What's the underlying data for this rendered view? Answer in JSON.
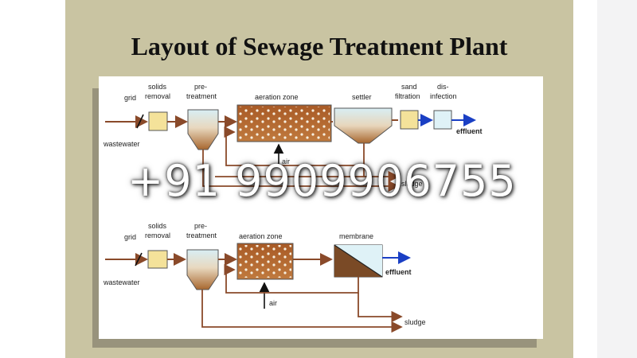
{
  "slide": {
    "title": "Layout of Sewage Treatment Plant",
    "watermark": "+91 9909906755"
  },
  "diagram_top": {
    "labels": {
      "grid": "grid",
      "solids1": "solids",
      "solids2": "removal",
      "pre1": "pre-",
      "pre2": "treatment",
      "aeration": "aeration zone",
      "settler": "settler",
      "sand1": "sand",
      "sand2": "filtration",
      "dis1": "dis-",
      "dis2": "infection",
      "wastewater": "wastewater",
      "air": "air",
      "effluent": "effluent",
      "sludge": "sludge"
    }
  },
  "diagram_bottom": {
    "labels": {
      "grid": "grid",
      "solids1": "solids",
      "solids2": "removal",
      "pre1": "pre-",
      "pre2": "treatment",
      "aeration": "aeration zone",
      "membrane": "membrane",
      "wastewater": "wastewater",
      "air": "air",
      "effluent": "effluent",
      "sludge": "sludge"
    }
  },
  "colors": {
    "flow": "#8a4a2a",
    "effluent_arrow": "#1a3fc4",
    "yellow_box": "#f4e29a",
    "aeration": "#b5642c",
    "pre_treatment_top": "#d8eef4",
    "pre_treatment_bottom": "#a8672f"
  }
}
